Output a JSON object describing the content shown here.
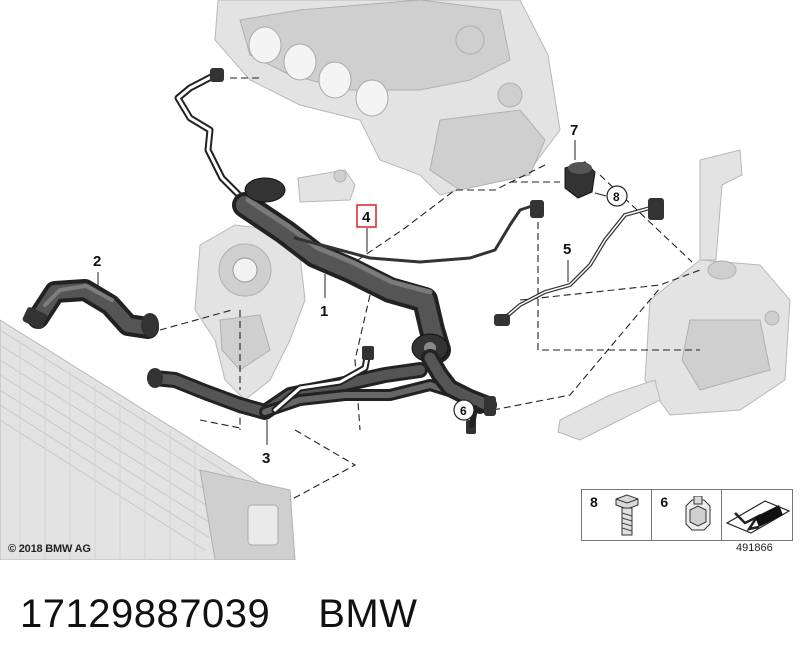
{
  "diagram": {
    "callouts": [
      "1",
      "2",
      "3",
      "4",
      "5",
      "7"
    ],
    "circled_callouts": [
      "6",
      "8"
    ],
    "copyright": "© 2018 BMW AG"
  },
  "legend": {
    "items": [
      {
        "number": "8",
        "icon": "bolt-icon"
      },
      {
        "number": "6",
        "icon": "hose-clip-icon"
      },
      {
        "number": "",
        "icon": "cut-marker-icon"
      }
    ],
    "code": "491866"
  },
  "footer": {
    "part_number": "17129887039",
    "brand": "BMW"
  },
  "colors": {
    "hose": "#222222",
    "ghost_part": "#e3e3e3",
    "highlight_box": "#e03030"
  }
}
